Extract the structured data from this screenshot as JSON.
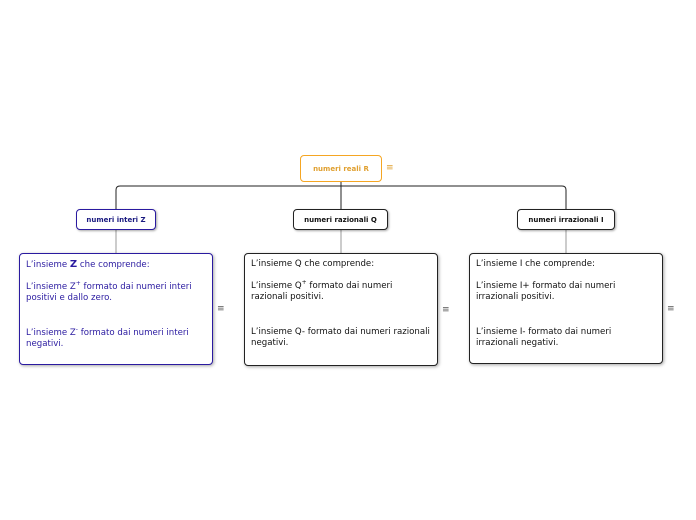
{
  "root": {
    "label": "numeri reali R"
  },
  "branches": [
    {
      "label": "numeri interi Z",
      "notes": {
        "intro_pre": "L’insieme ",
        "intro_sym": "Z",
        "intro_post": " che comprende:",
        "pos_pre": "L’insieme Z",
        "pos_sup": "+",
        "pos_post": " formato dai numeri interi positivi e dallo zero.",
        "neg_pre": "L’insieme Z",
        "neg_sup": "-",
        "neg_post": " formato dai numeri interi negativi."
      }
    },
    {
      "label": "numeri razionali Q",
      "notes": {
        "intro": "L’insieme Q che comprende:",
        "pos_pre": "L’insieme Q",
        "pos_sup": "+",
        "pos_post": " formato dai numeri razionali positivi.",
        "neg": "L’insieme Q- formato dai numeri razionali negativi."
      }
    },
    {
      "label": "numeri irrazionali I",
      "notes": {
        "intro": "L’insieme I che comprende:",
        "pos": "L’insieme I+ formato dai numeri irrazionali positivi.",
        "neg": "L’insieme I- formato dai numeri irrazionali negativi."
      }
    }
  ],
  "menu_glyph": "≡",
  "colors": {
    "root": "#f5a623",
    "branch_z": "#2a1aa0",
    "dark": "#222222"
  }
}
